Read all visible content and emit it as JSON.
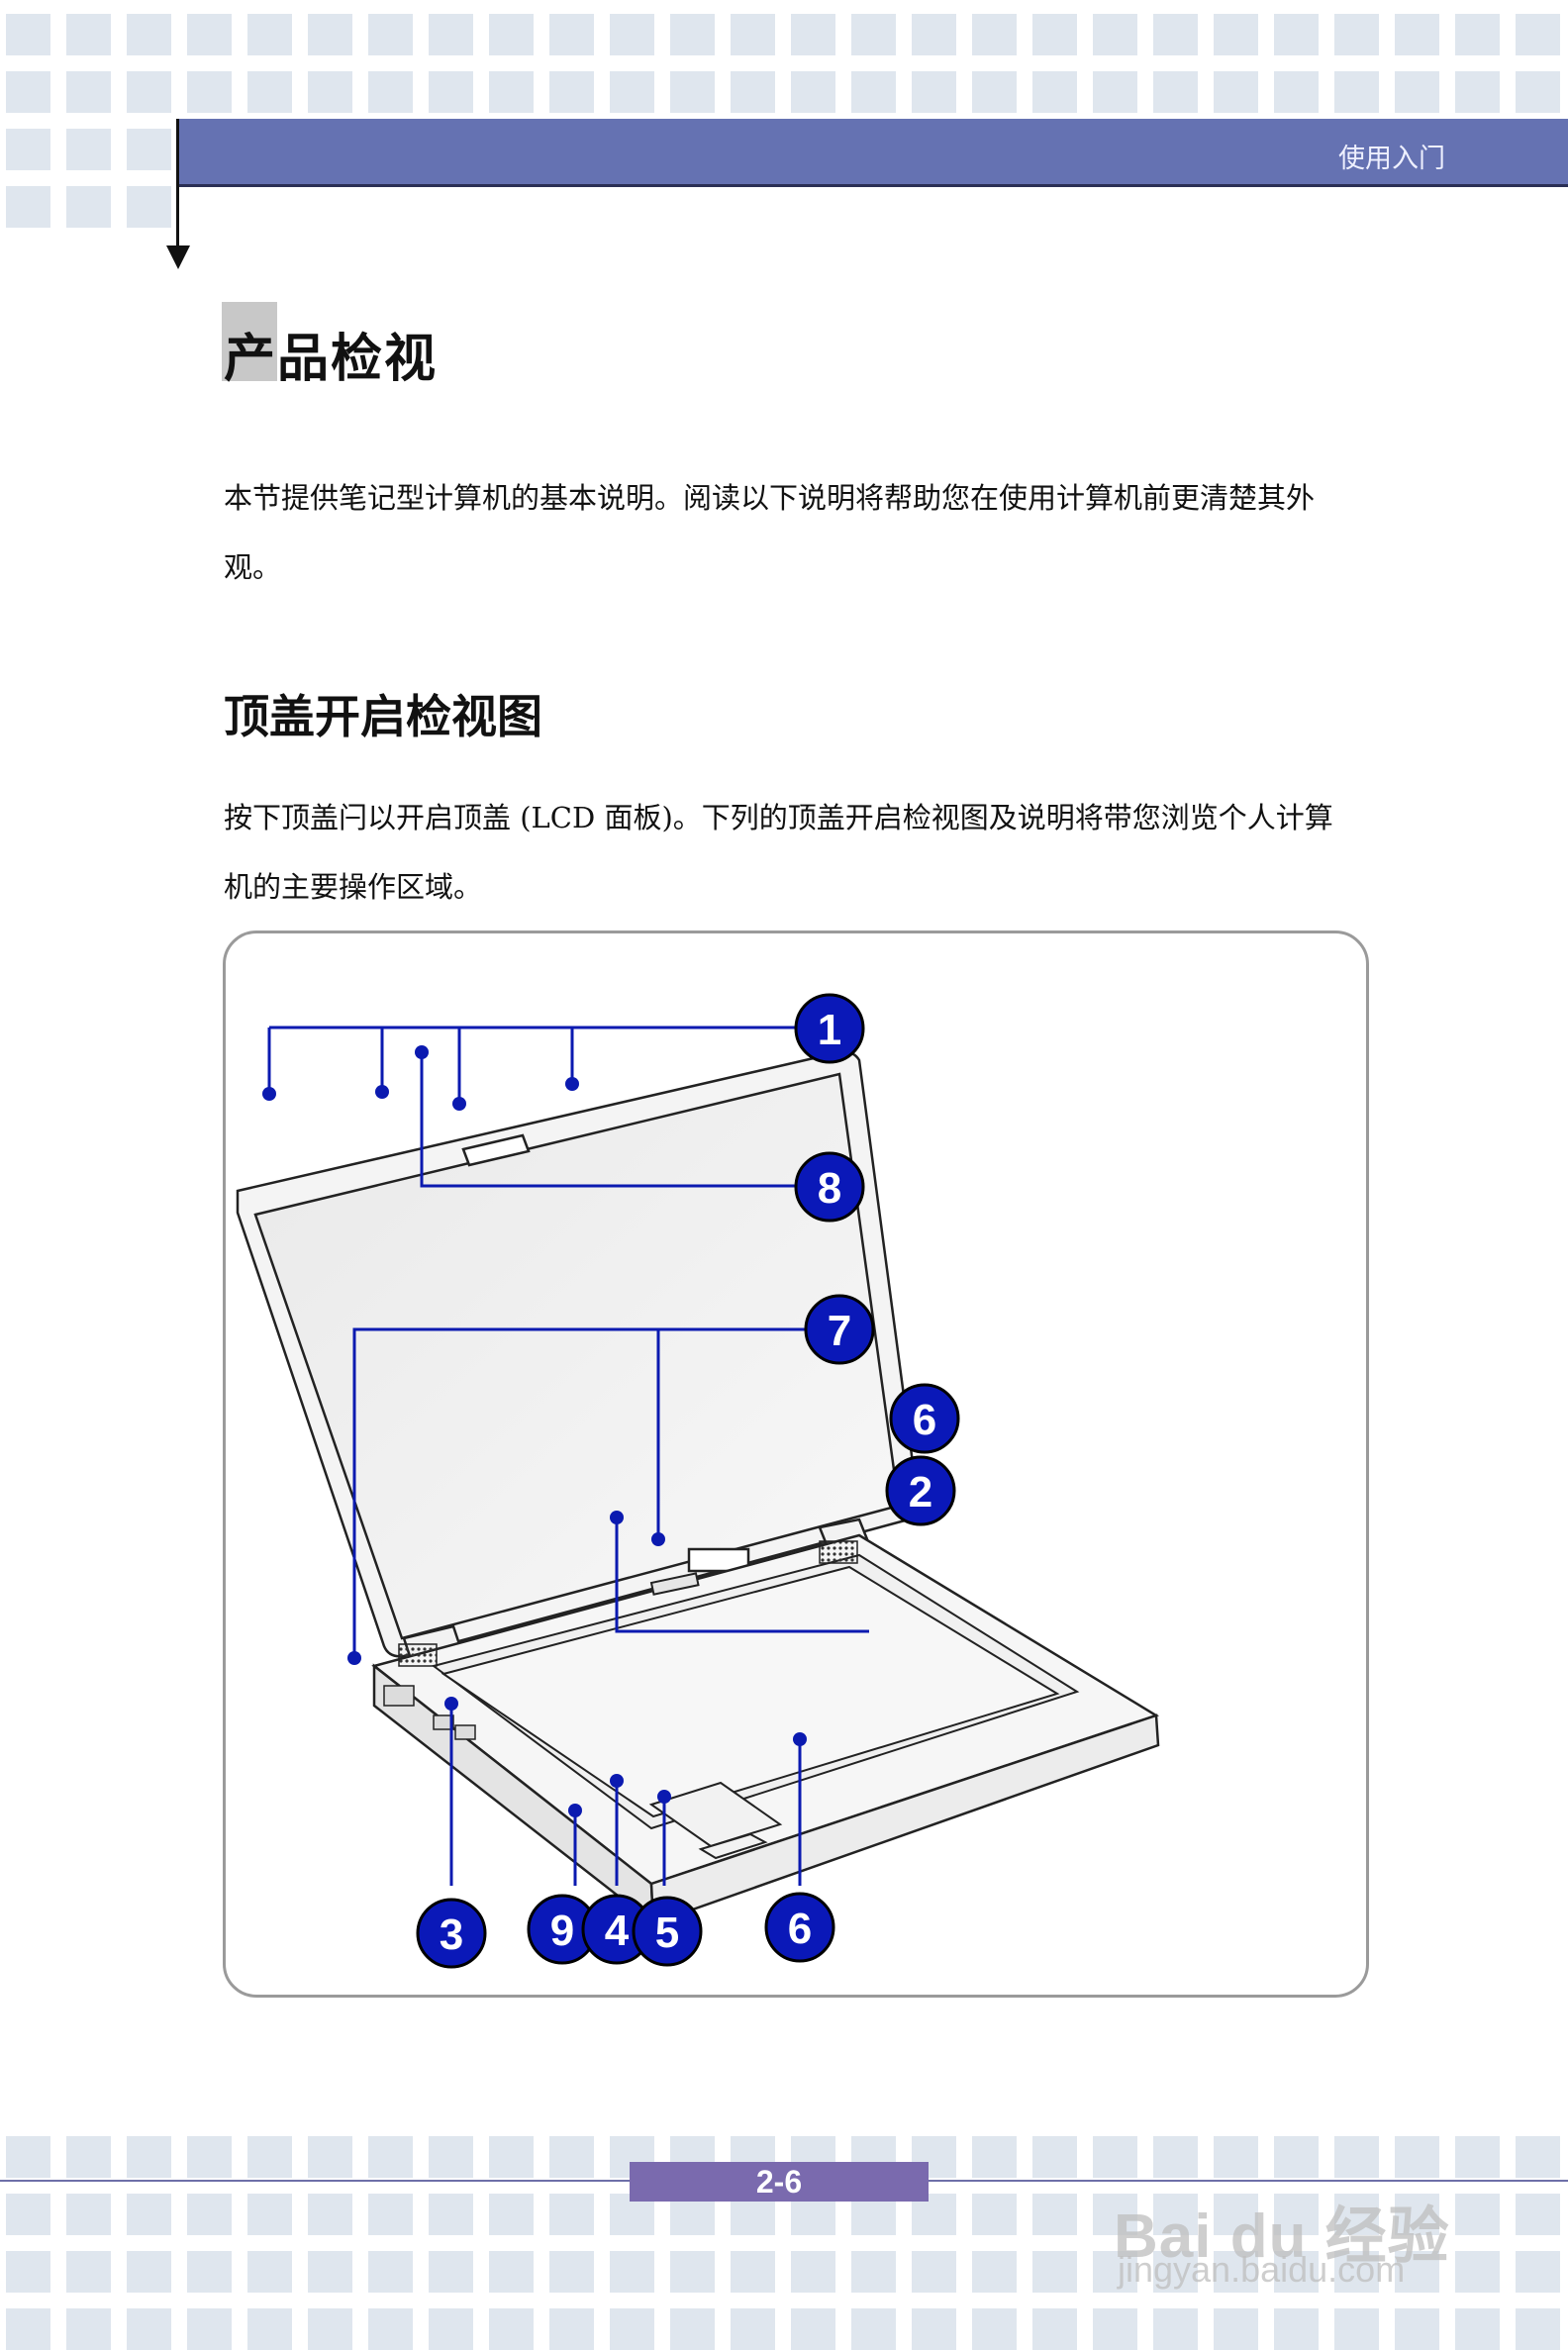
{
  "header": {
    "section_label": "使用入门"
  },
  "page": {
    "title": "产品检视",
    "intro": "本节提供笔记型计算机的基本说明。阅读以下说明将帮助您在使用计算机前更清楚其外观。",
    "section_title": "顶盖开启检视图",
    "section_text": "按下顶盖闩以开启顶盖 (LCD 面板)。下列的顶盖开启检视图及说明将带您浏览个人计算机的主要操作区域。",
    "page_number": "2-6"
  },
  "figure": {
    "callouts": [
      "1",
      "8",
      "7",
      "6",
      "2",
      "3",
      "9",
      "4",
      "5",
      "6"
    ],
    "callout_color": "#0a18b8"
  },
  "watermark": {
    "brand": "Bai du 经验",
    "url": "jingyan.baidu.com"
  }
}
